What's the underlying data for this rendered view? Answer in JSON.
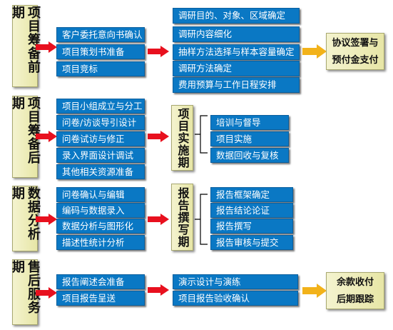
{
  "phases": [
    {
      "label": "项目筹备前期"
    },
    {
      "label": "项目筹备后期"
    },
    {
      "label": "数据分析期"
    },
    {
      "label": "售后服务期"
    }
  ],
  "sub_phases": [
    {
      "label": "项目实施期"
    },
    {
      "label": "报告撰写期"
    }
  ],
  "p1": {
    "left": [
      "客户委托意向书确认",
      "项目策划书准备",
      "项目竞标"
    ],
    "right": [
      "调研目的、对象、区域确定",
      "调研内容细化",
      "抽样方法选择与样本容量确定",
      "调研方法确定",
      "费用预算与工作日程安排"
    ],
    "result": [
      "协议签署与",
      "预付金支付"
    ]
  },
  "p2": {
    "left": [
      "项目小组成立与分工",
      "问卷/访谈导引设计",
      "问卷试访与修正",
      "录入界面设计调试",
      "其他相关资源准备"
    ],
    "right": [
      "培训与督导",
      "项目实施",
      "数据回收与复核"
    ]
  },
  "p3": {
    "left": [
      "问卷确认与编辑",
      "编码与数据录入",
      "数据分析与图形化",
      "描述性统计分析"
    ],
    "right": [
      "报告框架确定",
      "报告结论论证",
      "报告撰写",
      "报告审核与提交"
    ]
  },
  "p4": {
    "left": [
      "报告阐述会准备",
      "项目报告呈送"
    ],
    "right": [
      "演示设计与演练",
      "项目报告验收确认"
    ],
    "result": [
      "余款收付",
      "后期跟踪"
    ]
  },
  "colors": {
    "button": "#0a78c4",
    "arrow_red": "#e8101e",
    "arrow_gold": "#f2b21a",
    "phase_bg": "#eeedbb"
  }
}
